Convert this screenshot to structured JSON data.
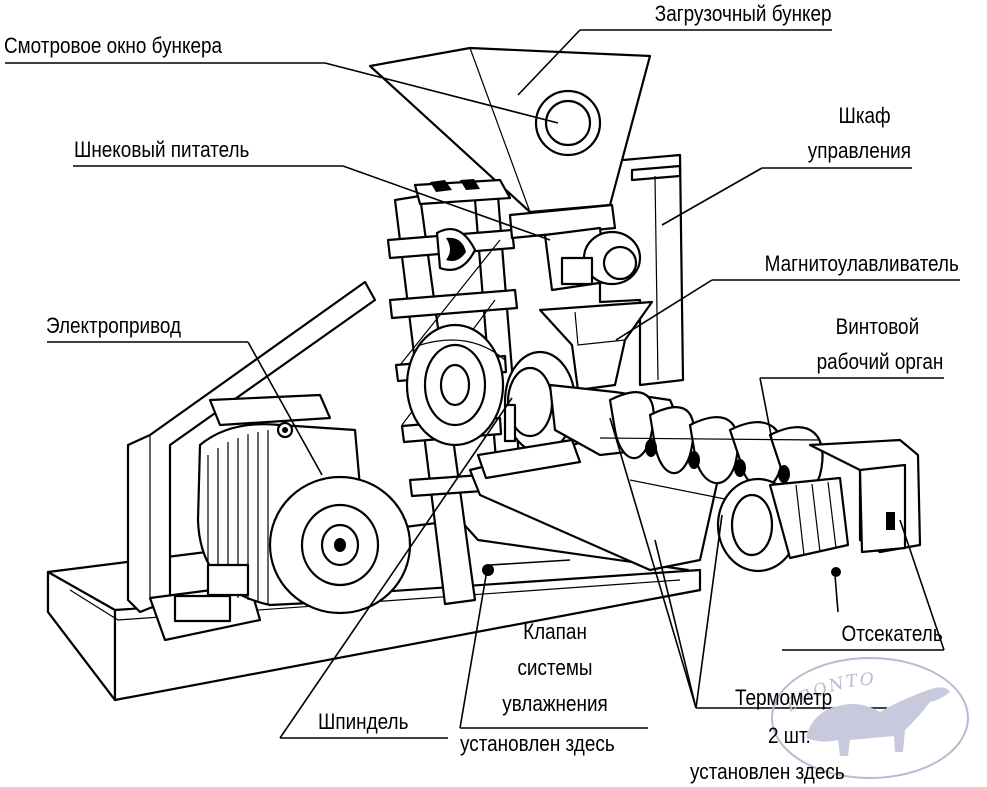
{
  "labels": {
    "hopper": "Загрузочный бункер",
    "hopper_window": "Смотровое окно бункера",
    "screw_feeder": "Шнековый  питатель",
    "control_cabinet_l1": "Шкаф",
    "control_cabinet_l2": "управления",
    "magnet_catcher": "Магнитоулавливатель",
    "electric_drive": "Электропривод",
    "screw_l1": "Винтовой",
    "screw_l2": "рабочий орган",
    "cutter": "Отсекатель",
    "valve_l1": "Клапан",
    "valve_l2": "системы",
    "valve_l3": "увлажнения",
    "valve_l4": "установлен здесь",
    "spindle": "Шпиндель",
    "thermometer_l1": "Термометр",
    "thermometer_l2": "2 шт.",
    "thermometer_l3": "установлен здесь"
  },
  "watermark": {
    "text": "BRONTO",
    "color": "#b9b9d4"
  }
}
